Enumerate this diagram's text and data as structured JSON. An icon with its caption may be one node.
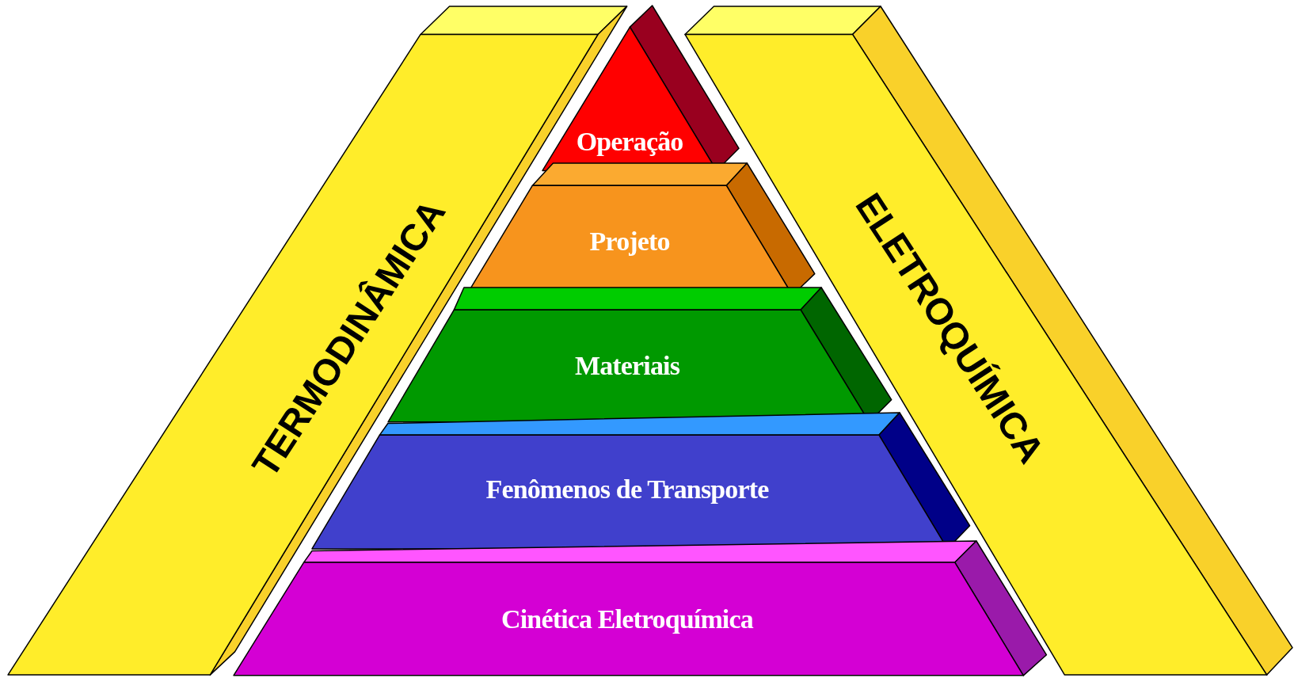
{
  "diagram": {
    "nodes": [
      {
        "text": [
          "Operação"
        ]
      },
      {
        "text": [
          "Projeto"
        ]
      },
      {
        "text": [
          "Materiais"
        ]
      },
      {
        "text": [
          "Fenômenos de Transporte"
        ]
      },
      {
        "text": [
          "Cinética Eletroquímica"
        ]
      },
      {
        "text": [
          "TERMODINÂMICA"
        ]
      },
      {
        "text": [
          "ELETROQUÍMICA"
        ]
      }
    ]
  }
}
